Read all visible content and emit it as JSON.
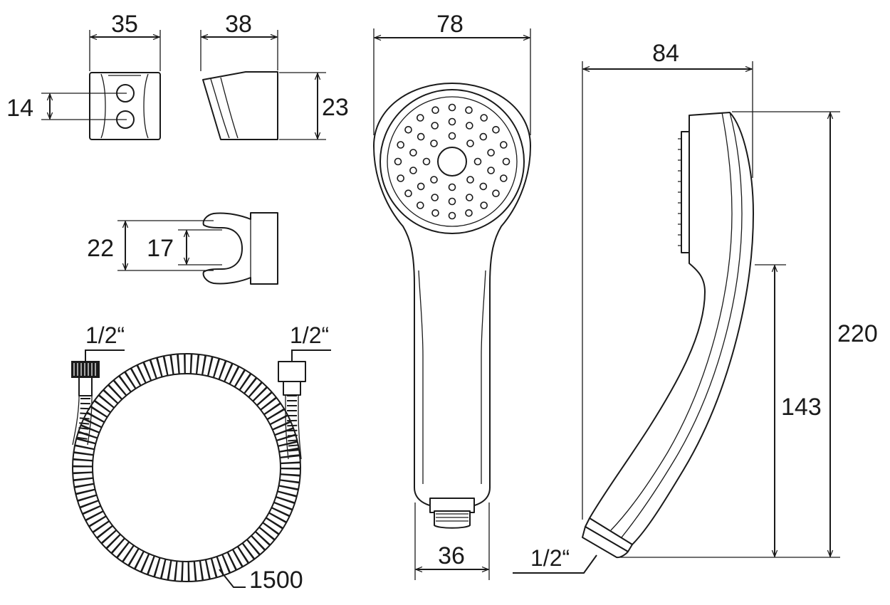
{
  "dimensions": {
    "holder_width": "35",
    "holder_depth": "38",
    "holder_hole_spacing": "14",
    "holder_height": "23",
    "clip_outer": "22",
    "clip_inner": "17",
    "hose_left_thread": "1/2“",
    "hose_right_thread": "1/2“",
    "hose_length": "1500",
    "head_diameter": "78",
    "handle_end_width": "36",
    "side_depth": "84",
    "total_length": "220",
    "handle_length": "143",
    "handle_thread": "1/2“"
  },
  "colors": {
    "line": "#1a1a1a",
    "background": "#ffffff"
  }
}
